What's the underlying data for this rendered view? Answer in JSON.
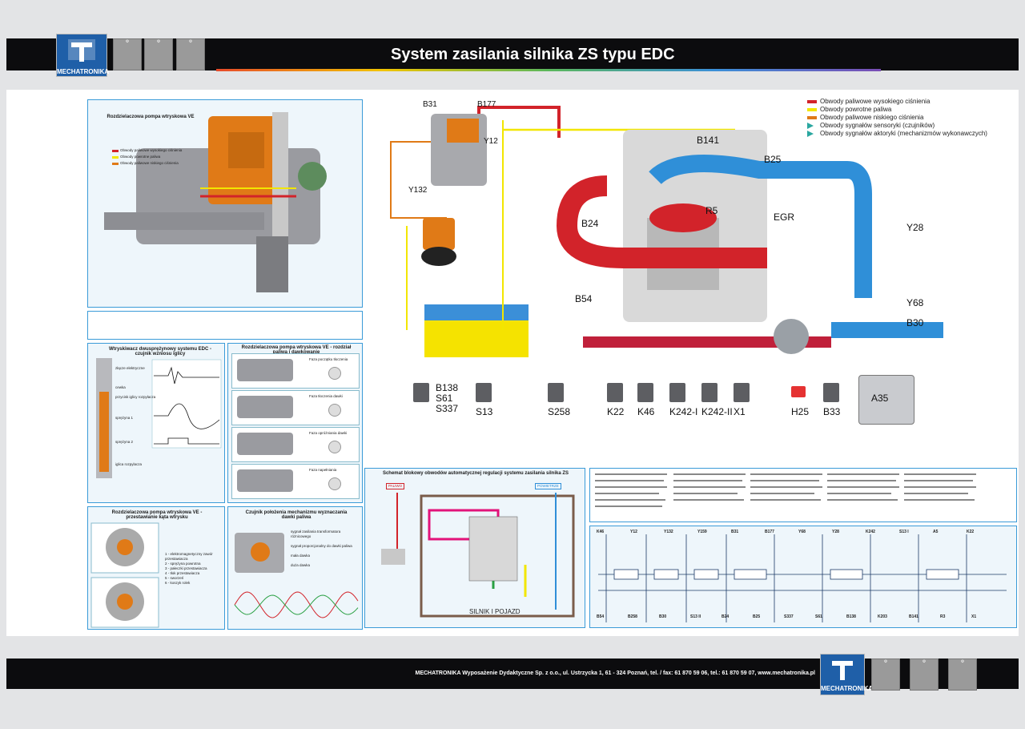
{
  "header": {
    "title": "System zasilania silnika ZS typu EDC",
    "brand": "MECHATRONIKA"
  },
  "legend": [
    {
      "label": "Obwody paliwowe wysokiego ciśnienia",
      "color": "#d2232a"
    },
    {
      "label": "Obwody powrotne paliwa",
      "color": "#f2e600"
    },
    {
      "label": "Obwody paliwowe niskiego ciśnienia",
      "color": "#e07a17"
    },
    {
      "label": "Obwody sygnałów sensoryki (czujników)",
      "color": "#2aa7a0"
    },
    {
      "label": "Obwody sygnałów aktoryki (mechanizmów wykonawczych)",
      "color": "#2aa7a0"
    }
  ],
  "engine_labels": {
    "b31": "B31",
    "b177": "B177",
    "y12": "Y12",
    "y132": "Y132",
    "b141": "B141",
    "b25": "B25",
    "r5": "R5",
    "egr": "EGR",
    "b24": "B24",
    "y28": "Y28",
    "b54": "B54",
    "y68": "Y68",
    "b30": "B30"
  },
  "components": [
    {
      "label": "B138\nS61\nS337"
    },
    {
      "label": "S13"
    },
    {
      "label": "S258"
    },
    {
      "label": "K22"
    },
    {
      "label": "K46"
    },
    {
      "label": "K242-I"
    },
    {
      "label": "K242-II"
    },
    {
      "label": "X1"
    },
    {
      "label": "H25"
    },
    {
      "label": "B33"
    },
    {
      "label": "A35"
    }
  ],
  "panels": {
    "pump_ve": {
      "title": "Rozdzielaczowa pompa wtryskowa VE",
      "legend": [
        "Obwody paliwowe wysokiego ciśnienia",
        "Obwody powrotne paliwa",
        "Obwody paliwowe niskiego ciśnienia"
      ]
    },
    "injector": {
      "title": "Wtryskiwacz dwusprężynowy systemu EDC - czujnik wzniosu iglicy",
      "labels": [
        "złącze elektryczne",
        "cewka",
        "przycisk iglicy rozpylacza",
        "sprężyna 1",
        "sprężyna 2",
        "iglica rozpylacza"
      ]
    },
    "pump_phases": {
      "title": "Rozdzielaczowa pompa wtryskowa VE - rozdział paliwa i dawkowanie",
      "phases": [
        "Faza początku tłoczenia",
        "Faza tłoczenia dawki",
        "Faza opróżniania dawki",
        "Faza napełniania"
      ]
    },
    "advance": {
      "title": "Rozdzielaczowa pompa wtryskowa VE - przestawianie kąta wtrysku",
      "items": [
        "1 - elektromagnetyczny zawór przestawiacza",
        "2 - sprężyna powrotna",
        "3 - pałeczki przestawiacza",
        "4 - tłok przestawiacza",
        "5 - sworzeń",
        "6 - koszyk rolek"
      ]
    },
    "position": {
      "title": "Czujnik położenia mechanizmu wyznaczania dawki paliwa",
      "items": [
        "sygnał zasilania transformatora różnicowego",
        "sygnał proporcjonalny do dawki paliwa",
        "mała dawka",
        "duża dawka"
      ]
    },
    "block": {
      "title": "Schemat blokowy obwodów automatycznej regulacji systemu zasilania silnika ZS",
      "palivo": "PALIWO",
      "powietrze": "POWIETRZE",
      "silnik": "SILNIK I POJAZD"
    },
    "wiring": {
      "labels": [
        "K46",
        "Y12",
        "Y132",
        "Y159",
        "B31",
        "B177",
        "Y68",
        "Y28",
        "K242",
        "S13 I",
        "A5",
        "K22",
        "B54",
        "B258",
        "B30",
        "S13 II",
        "B24",
        "B25",
        "S337",
        "S61",
        "B138",
        "K203",
        "B141",
        "R3",
        "X1"
      ]
    }
  },
  "footer": {
    "text": "MECHATRONIKA Wyposażenie Dydaktyczne Sp. z o.o., ul. Ustrzycka 1, 61 - 324 Poznań, tel. / fax: 61 870 59 06, tel.: 61 870 59 07, www.mechatronika.pl",
    "brand": "MECHATRONIKA"
  }
}
